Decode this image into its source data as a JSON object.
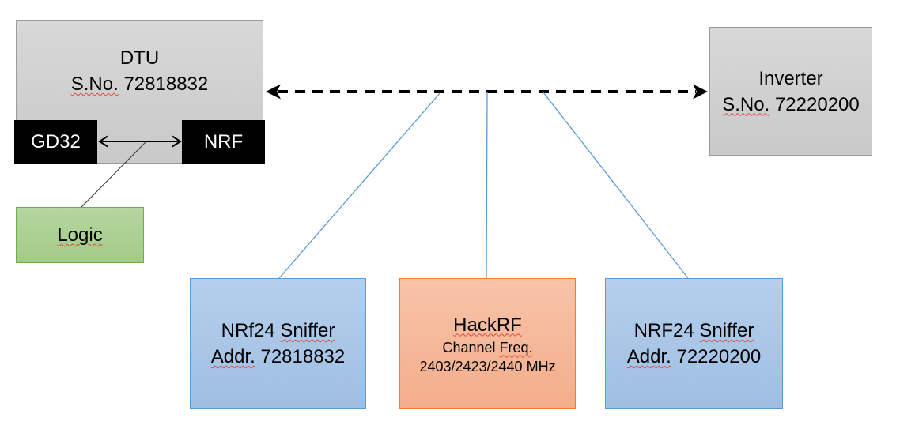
{
  "dtu": {
    "title": "DTU",
    "serial_label": "S.No.",
    "serial_value": "72818832",
    "chips": {
      "gd32": "GD32",
      "nrf": "NRF"
    }
  },
  "logic": {
    "label": "Logic"
  },
  "inverter": {
    "title": "Inverter",
    "serial_label": "S.No.",
    "serial_value": "72220200"
  },
  "sniffer_left": {
    "name_word1": "NRf24",
    "name_word2": "Sniffer",
    "addr_label": "Addr.",
    "addr_value": "72818832"
  },
  "hackrf": {
    "title": "HackRF",
    "freq_word1": "Channel",
    "freq_word2": "Freq.",
    "frequencies": "2403/2423/2440 MHz"
  },
  "sniffer_right": {
    "name_word1": "NRF24",
    "name_word2": "Sniffer",
    "addr_label": "Addr.",
    "addr_value": "72220200"
  },
  "colors": {
    "gray_fill": "#CFCFCF",
    "gray_border": "#9B9B9B",
    "black_chip_fill": "#000000",
    "green_fill": "#ABD092",
    "green_border": "#70AD47",
    "blue_fill": "#A9C7E8",
    "blue_border": "#5B9BD5",
    "orange_fill": "#F5B796",
    "orange_border": "#ED7D31",
    "connector_blue": "#5B9BD5",
    "arrow_black": "#000000",
    "spellcheck_red": "#E04A3F"
  }
}
